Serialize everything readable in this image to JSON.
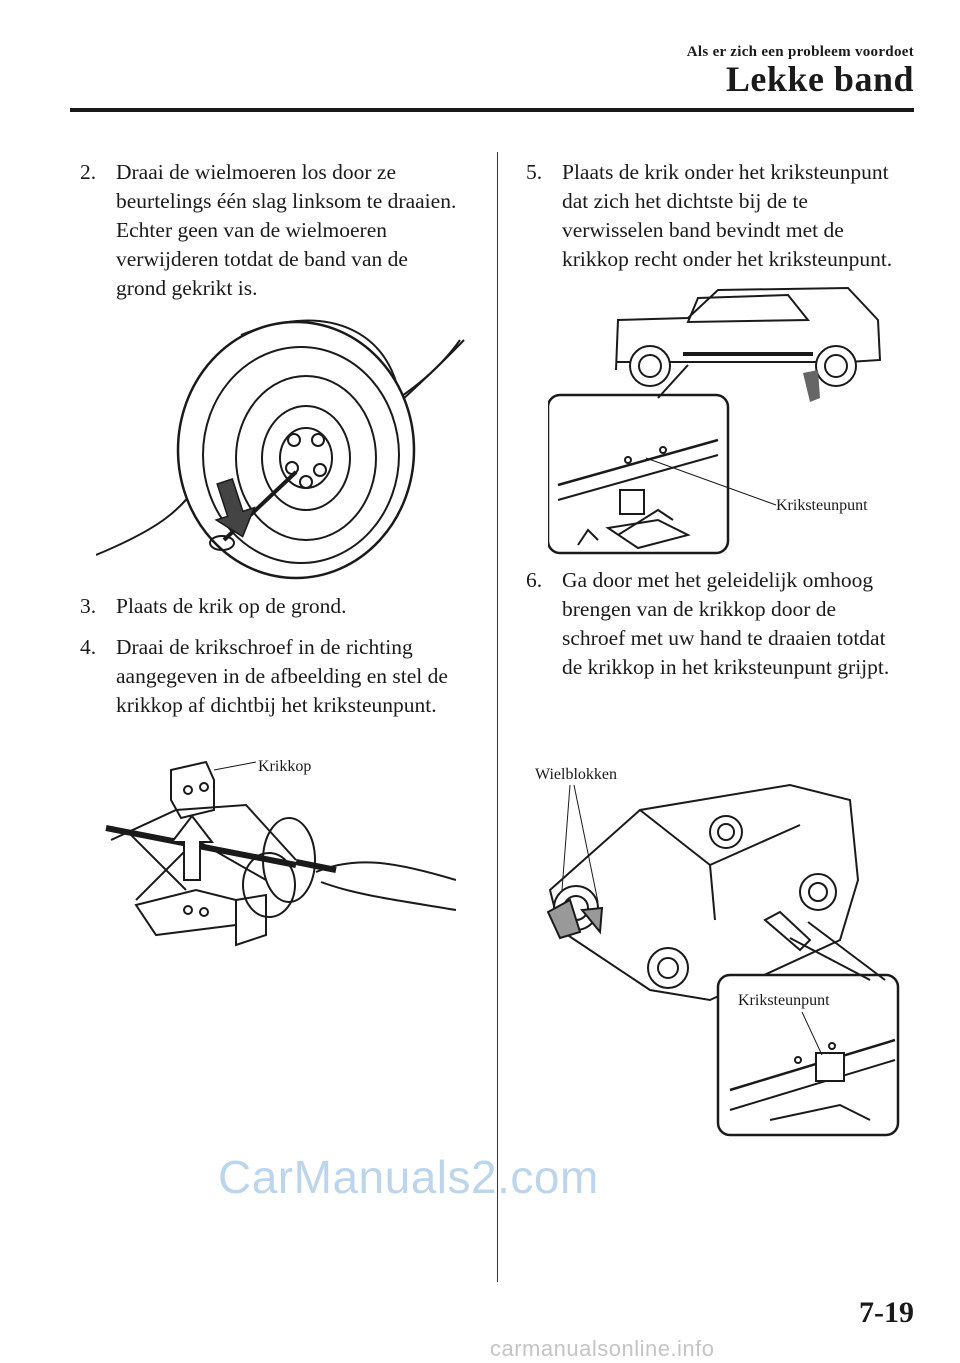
{
  "header": {
    "subtitle": "Als er zich een probleem voordoet",
    "title": "Lekke band"
  },
  "steps": [
    {
      "number": "2.",
      "text": "Draai de wielmoeren los door ze\nbeurtelings één slag linksom te draaien.\nEchter geen van de wielmoeren\nverwijderen totdat de band van de\ngrond gekrikt is."
    },
    {
      "number": "3.",
      "text": "Plaats de krik op de grond."
    },
    {
      "number": "4.",
      "text": "Draai de krikschroef in de richting\naangegeven in de afbeelding en stel de\nkrikkop af dichtbij het kriksteunpunt."
    },
    {
      "number": "5.",
      "text": "Plaats de krik onder het kriksteunpunt\ndat zich het dichtste bij de te\nverwisselen band bevindt met de\nkrikkop recht onder het kriksteunpunt."
    },
    {
      "number": "6.",
      "text": "Ga door met het geleidelijk omhoog\nbrengen van de krikkop door de\nschroef met uw hand te draaien totdat\nde krikkop in het kriksteunpunt grijpt."
    }
  ],
  "figures": {
    "jack_head_label": "Krikkop",
    "support_point_label_1": "Kriksteunpunt",
    "wheel_blocks_label": "Wielblokken",
    "support_point_label_2": "Kriksteunpunt"
  },
  "page_number": "7-19",
  "watermark": "CarManuals2.com",
  "footer_url": "carmanualsonline.info"
}
